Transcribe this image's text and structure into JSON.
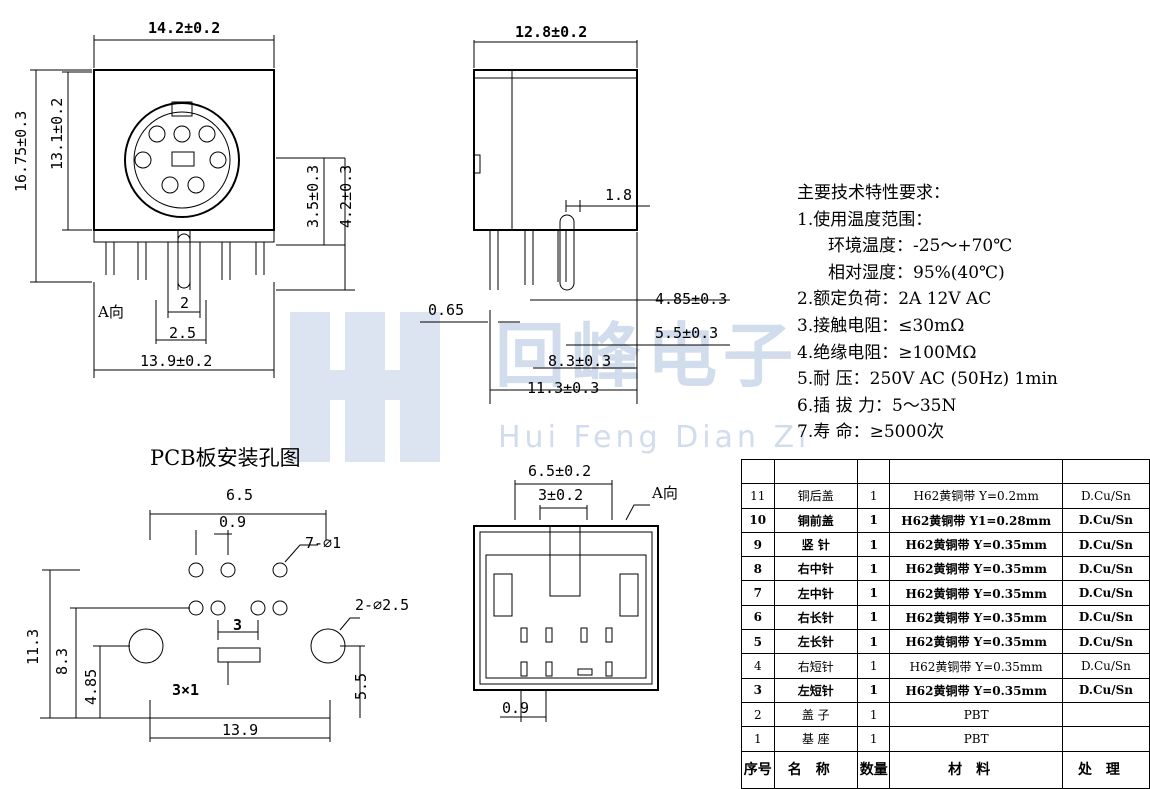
{
  "front_view": {
    "width_dim": "14.2±0.2",
    "height_outer_dim": "16.75±0.3",
    "height_inner_dim": "13.1±0.2",
    "pin_height_a": "3.5±0.3",
    "pin_height_b": "4.2±0.3",
    "direction_label": "A向",
    "pin_gap": "2",
    "pin_pitch": "2.5",
    "base_width": "13.9±0.2"
  },
  "side_view": {
    "depth_dim": "12.8±0.2",
    "tab_dim": "1.8",
    "offset_dim": "0.65",
    "dim_a": "4.85±0.3",
    "dim_b": "5.5±0.3",
    "dim_c": "8.3±0.3",
    "dim_d": "11.3±0.3"
  },
  "watermark": {
    "text": "回峰电子",
    "sub": "Hui Feng Dian Zi"
  },
  "specs": {
    "title": "主要技术特性要求：",
    "items": [
      "1.使用温度范围：",
      "环境温度：-25～+70℃",
      "相对湿度：95%(40℃)",
      "2.额定负荷：2A 12V AC",
      "3.接触电阻：≤30mΩ",
      "4.绝缘电阻：≥100MΩ",
      "5.耐    压：250V AC (50Hz) 1min",
      "6.插 拔 力：5～35N",
      "7.寿    命：≥5000次"
    ]
  },
  "pcb": {
    "title": "PCB板安装孔图",
    "dim_65": "6.5",
    "dim_09": "0.9",
    "holes_small": "7-⌀1",
    "holes_large": "2-⌀2.5",
    "dim_3": "3",
    "dim_3x1": "3×1",
    "dim_113": "11.3",
    "dim_83": "8.3",
    "dim_485": "4.85",
    "dim_55": "5.5",
    "dim_139": "13.9"
  },
  "bottom_view": {
    "dim_a": "6.5±0.2",
    "dim_b": "3±0.2",
    "direction_label": "A向",
    "dim_c": "0.9"
  },
  "bom": {
    "rows": [
      {
        "no": "11",
        "name": "铜后盖",
        "qty": "1",
        "material": "H62黄铜带 Y=0.2mm",
        "finish": "D.Cu/Sn",
        "bold": false
      },
      {
        "no": "10",
        "name": "铜前盖",
        "qty": "1",
        "material": "H62黄铜带 Y1=0.28mm",
        "finish": "D.Cu/Sn",
        "bold": true
      },
      {
        "no": "9",
        "name": "竖 针",
        "qty": "1",
        "material": "H62黄铜带 Y=0.35mm",
        "finish": "D.Cu/Sn",
        "bold": true
      },
      {
        "no": "8",
        "name": "右中针",
        "qty": "1",
        "material": "H62黄铜带 Y=0.35mm",
        "finish": "D.Cu/Sn",
        "bold": true
      },
      {
        "no": "7",
        "name": "左中针",
        "qty": "1",
        "material": "H62黄铜带 Y=0.35mm",
        "finish": "D.Cu/Sn",
        "bold": true
      },
      {
        "no": "6",
        "name": "右长针",
        "qty": "1",
        "material": "H62黄铜带 Y=0.35mm",
        "finish": "D.Cu/Sn",
        "bold": true
      },
      {
        "no": "5",
        "name": "左长针",
        "qty": "1",
        "material": "H62黄铜带 Y=0.35mm",
        "finish": "D.Cu/Sn",
        "bold": true
      },
      {
        "no": "4",
        "name": "右短针",
        "qty": "1",
        "material": "H62黄铜带 Y=0.35mm",
        "finish": "D.Cu/Sn",
        "bold": false
      },
      {
        "no": "3",
        "name": "左短针",
        "qty": "1",
        "material": "H62黄铜带 Y=0.35mm",
        "finish": "D.Cu/Sn",
        "bold": true
      },
      {
        "no": "2",
        "name": "盖 子",
        "qty": "1",
        "material": "PBT",
        "finish": "",
        "bold": false
      },
      {
        "no": "1",
        "name": "基 座",
        "qty": "1",
        "material": "PBT",
        "finish": "",
        "bold": false
      }
    ],
    "header": {
      "no": "序号",
      "name": "名称",
      "qty": "数量",
      "material": "材料",
      "finish": "处理"
    }
  }
}
